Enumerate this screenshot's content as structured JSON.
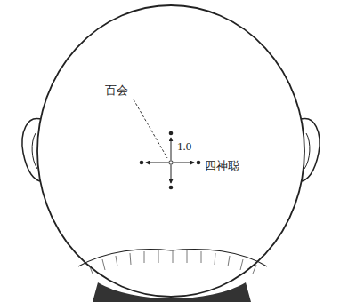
{
  "diagram": {
    "labels": [
      "百会",
      "1.0",
      "四神聪"
    ]
  }
}
